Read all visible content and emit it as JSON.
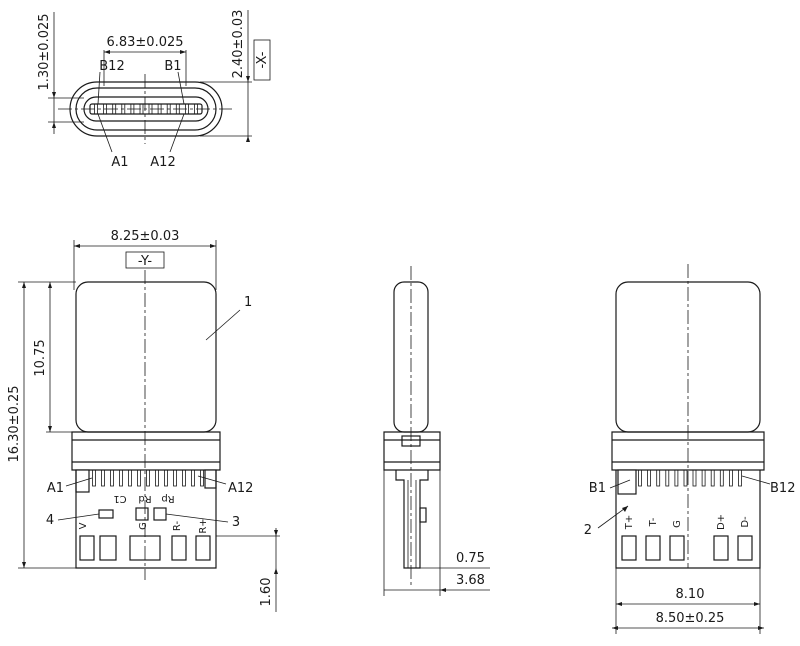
{
  "front_view": {
    "dim_width": "6.83±0.025",
    "dim_height_outer": "2.40±0.03",
    "dim_height_inner": "1.30±0.025",
    "datum": "-X-",
    "pin_b12": "B12",
    "pin_b1": "B1",
    "pin_a1": "A1",
    "pin_a12": "A12"
  },
  "top_view": {
    "dim_width": "8.25±0.03",
    "datum": "-Y-",
    "dim_total_length": "16.30±0.25",
    "dim_shell_length": "10.75",
    "dim_pad_length": "1.60",
    "callout_shell": "1",
    "callout_resistor_right": "3",
    "callout_resistor_left": "4",
    "pin_a1": "A1",
    "pin_a12": "A12",
    "label_c1": "C1",
    "label_rd": "Rd",
    "label_rp": "Rp",
    "label_v": "V",
    "label_g": "G",
    "label_rminus": "R-",
    "label_rplus": "R+"
  },
  "side_view": {
    "dim_thickness": "0.75",
    "dim_depth": "3.68"
  },
  "bottom_view": {
    "pin_b1": "B1",
    "pin_b12": "B12",
    "callout_pads": "2",
    "pad_t_plus": "T+",
    "pad_t_minus": "T-",
    "pad_g": "G",
    "pad_d_plus": "D+",
    "pad_d_minus": "D-",
    "dim_inner_width": "8.10",
    "dim_outer_width": "8.50±0.25"
  }
}
